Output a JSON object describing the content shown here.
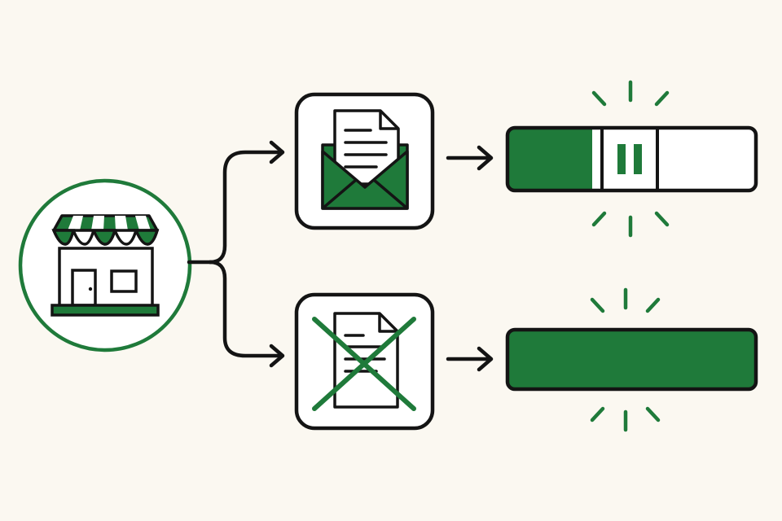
{
  "colors": {
    "background": "#fbf8f1",
    "accent": "#1f7a3a",
    "ink": "#141414",
    "paper": "#ffffff"
  },
  "nodes": {
    "source": {
      "icon": "storefront-icon"
    },
    "top_step": {
      "icon": "envelope-with-letter-icon"
    },
    "bottom_step": {
      "icon": "crossed-out-document-icon"
    },
    "top_result": {
      "icon": "paused-progress-bar-icon",
      "progress": 0.34,
      "state": "paused"
    },
    "bottom_result": {
      "icon": "full-progress-bar-icon",
      "progress": 1.0,
      "state": "complete"
    }
  },
  "edges": [
    {
      "from": "source",
      "to": "top_step"
    },
    {
      "from": "source",
      "to": "bottom_step"
    },
    {
      "from": "top_step",
      "to": "top_result"
    },
    {
      "from": "bottom_step",
      "to": "bottom_result"
    }
  ]
}
